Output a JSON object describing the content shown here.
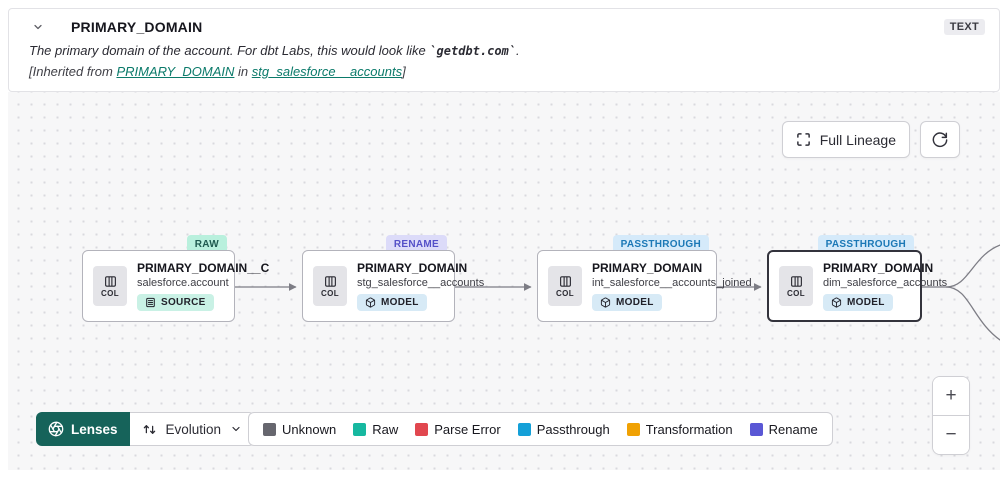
{
  "header": {
    "title": "PRIMARY_DOMAIN",
    "type_badge": "TEXT",
    "description": {
      "prefix": "The primary domain of the account. For dbt Labs, this would look like ",
      "code": "`getdbt.com`",
      "suffix": "."
    },
    "inherited": {
      "prefix": "[Inherited from ",
      "column_link": "PRIMARY_DOMAIN",
      "mid": " in ",
      "model_link": "stg_salesforce__accounts",
      "suffix": "]"
    }
  },
  "canvas": {
    "full_lineage_label": "Full Lineage",
    "nodes": [
      {
        "title": "PRIMARY_DOMAIN__C",
        "subtitle": "salesforce.account",
        "resource": "SOURCE",
        "status": "RAW",
        "col_label": "COL",
        "selected": false
      },
      {
        "title": "PRIMARY_DOMAIN",
        "subtitle": "stg_salesforce__accounts",
        "resource": "MODEL",
        "status": "RENAME",
        "col_label": "COL",
        "selected": false
      },
      {
        "title": "PRIMARY_DOMAIN",
        "subtitle": "int_salesforce__accounts_joined",
        "resource": "MODEL",
        "status": "PASSTHROUGH",
        "col_label": "COL",
        "selected": false
      },
      {
        "title": "PRIMARY_DOMAIN",
        "subtitle": "dim_salesforce_accounts",
        "resource": "MODEL",
        "status": "PASSTHROUGH",
        "col_label": "COL",
        "selected": true
      }
    ]
  },
  "toolbar": {
    "lenses_label": "Lenses",
    "lens_selected": "Evolution",
    "zoom_in": "+",
    "zoom_out": "−",
    "legend": [
      {
        "label": "Unknown",
        "color": "#66666e"
      },
      {
        "label": "Raw",
        "color": "#17b8a0"
      },
      {
        "label": "Parse Error",
        "color": "#e1474f"
      },
      {
        "label": "Passthrough",
        "color": "#14a0d8"
      },
      {
        "label": "Transformation",
        "color": "#f0a103"
      },
      {
        "label": "Rename",
        "color": "#5a57d5"
      }
    ]
  },
  "colors": {
    "link": "#0b7a6a",
    "lenses_bg": "#16635a",
    "canvas_bg": "#f7f7f8",
    "edge": "#7d7d85",
    "status": {
      "RAW": {
        "bg": "#b9f0dd",
        "text": "#1f5a4f"
      },
      "RENAME": {
        "bg": "#dcdbf9",
        "text": "#5450c8"
      },
      "PASSTHROUGH": {
        "bg": "#d5eafa",
        "text": "#1b78b6"
      }
    },
    "resource": {
      "SOURCE": {
        "bg": "#c9f1e5"
      },
      "MODEL": {
        "bg": "#d7eaf6"
      }
    }
  }
}
